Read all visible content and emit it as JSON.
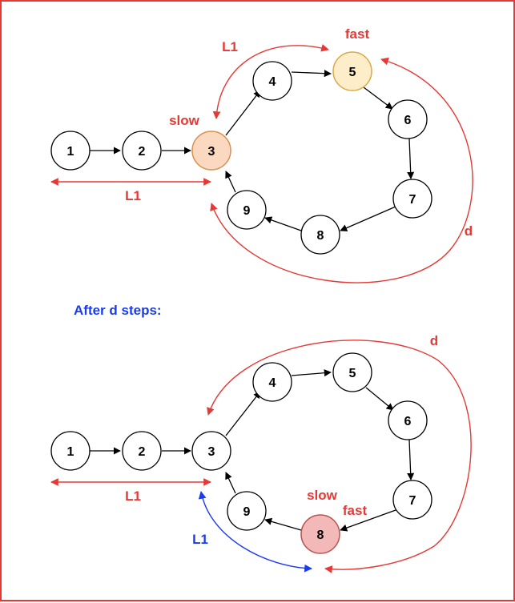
{
  "colors": {
    "red": "#e53935",
    "blue": "#1a3cf0",
    "slow_fill": "#fad9c0",
    "slow_stroke": "#d9904f",
    "fast_fill": "#fdeec9",
    "fast_stroke": "#d6a94a",
    "meet_fill": "#f3b8b8",
    "meet_stroke": "#b85450"
  },
  "top": {
    "nodes": [
      "1",
      "2",
      "3",
      "4",
      "5",
      "6",
      "7",
      "8",
      "9"
    ],
    "label_slow": "slow",
    "label_fast": "fast",
    "label_l1_top": "L1",
    "label_l1_bottom": "L1",
    "label_d": "d"
  },
  "section_title": "After d steps:",
  "bottom": {
    "nodes": [
      "1",
      "2",
      "3",
      "4",
      "5",
      "6",
      "7",
      "8",
      "9"
    ],
    "label_d": "d",
    "label_slow": "slow",
    "label_fast": "fast",
    "label_l1_bottom": "L1",
    "label_l1_blue": "L1"
  }
}
